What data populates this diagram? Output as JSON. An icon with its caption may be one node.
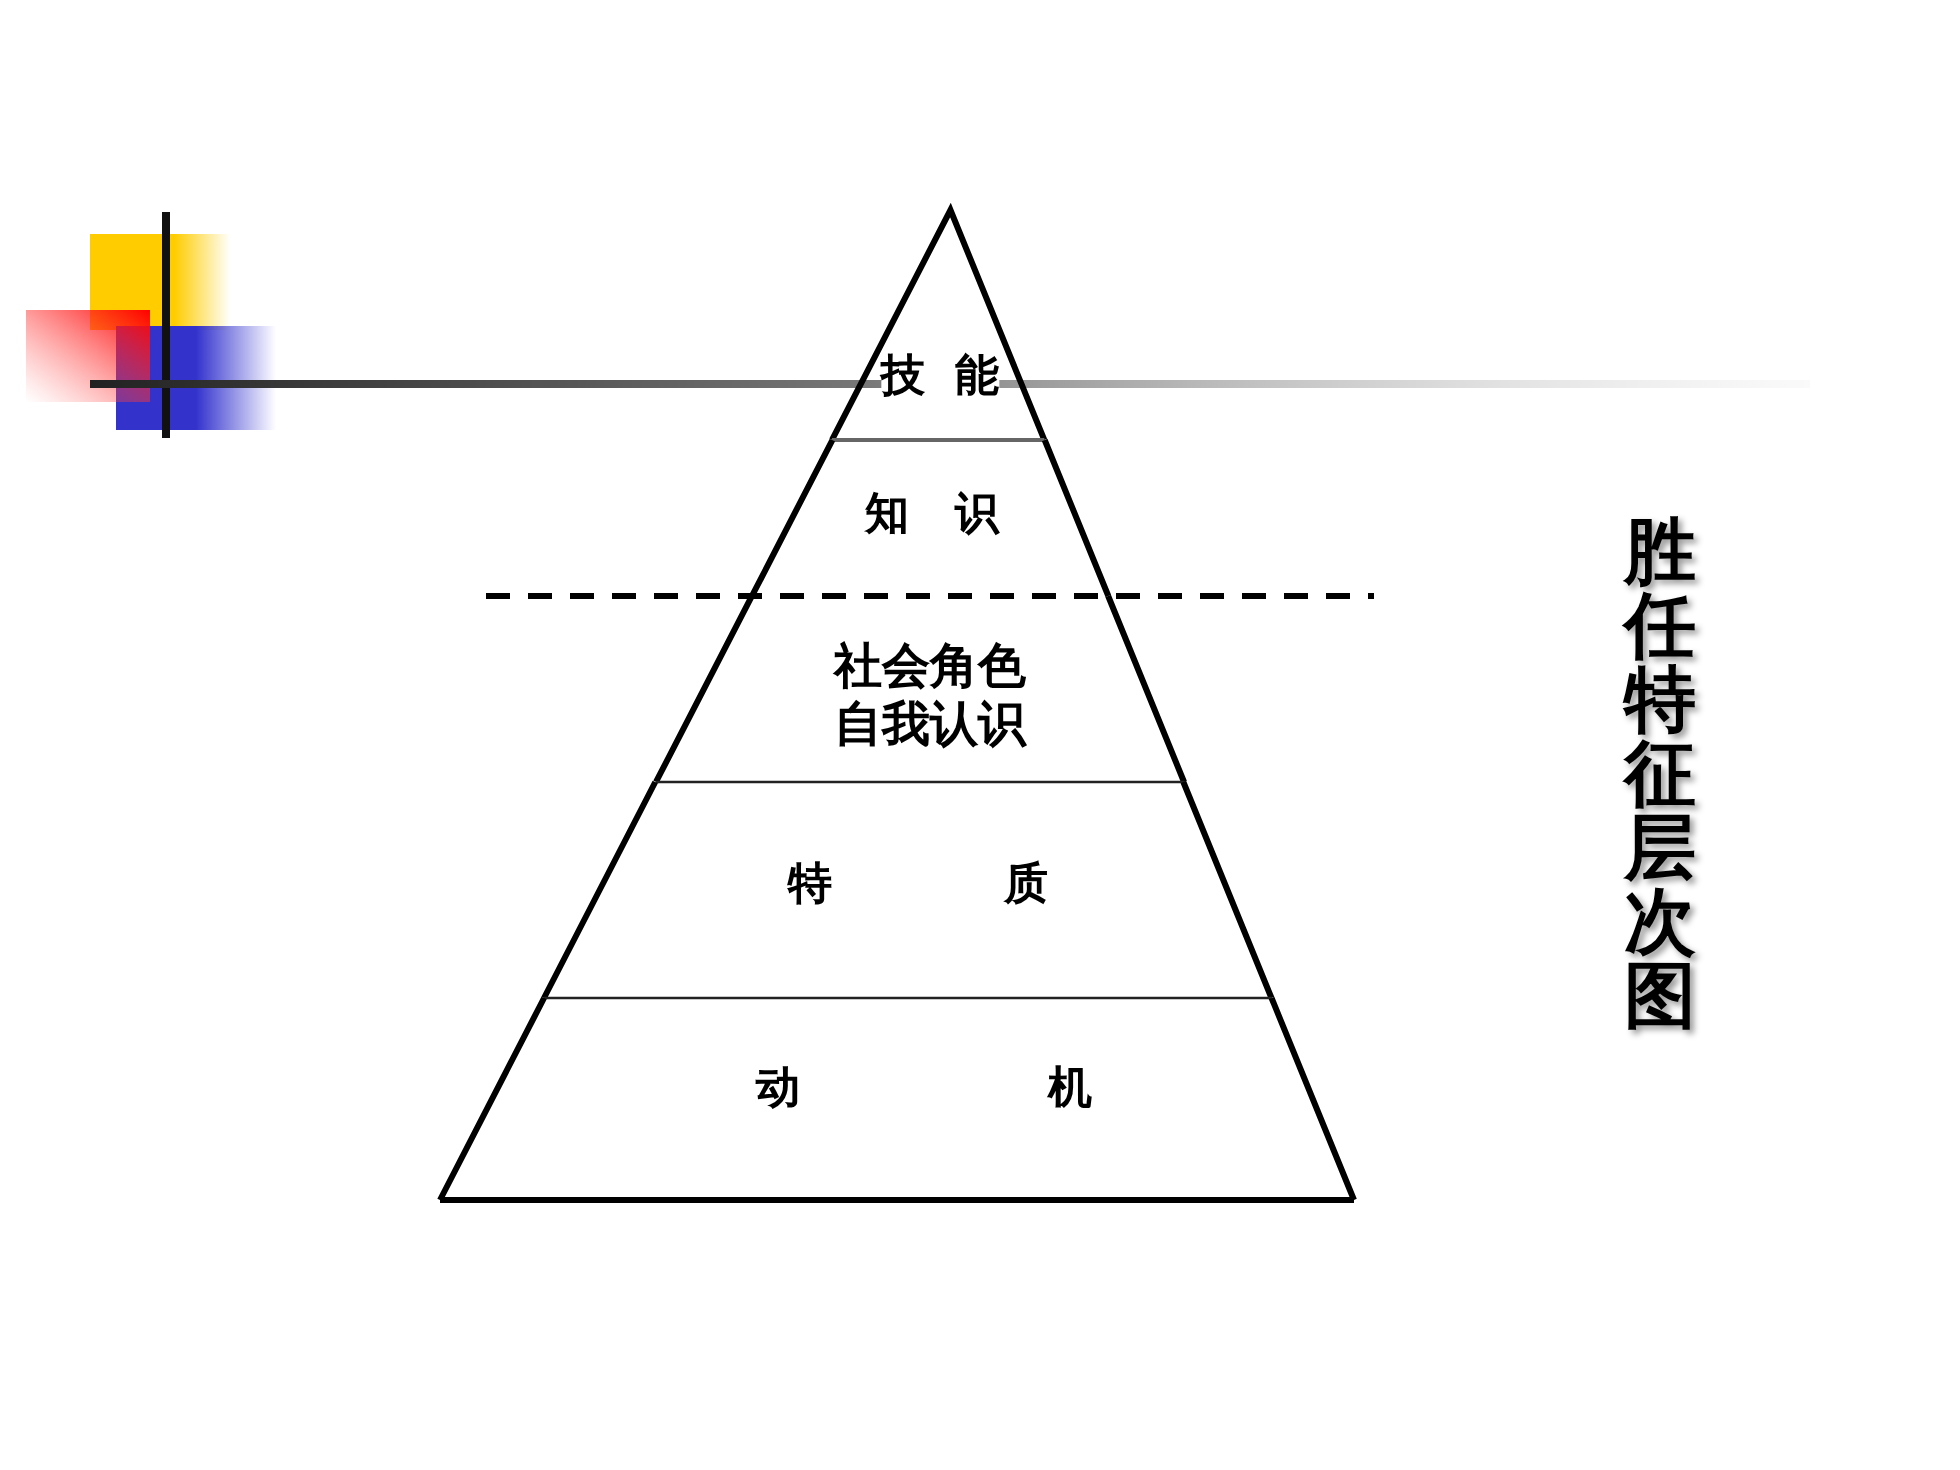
{
  "diagram": {
    "title": "胜任特征层次图",
    "nodes": [
      {
        "text": [
          "技 能"
        ]
      },
      {
        "text": [
          "知 识"
        ]
      },
      {
        "text": [
          "社会角色",
          "自我认识"
        ]
      },
      {
        "text": [
          "特 质"
        ]
      },
      {
        "text": [
          "动 机"
        ]
      }
    ]
  }
}
